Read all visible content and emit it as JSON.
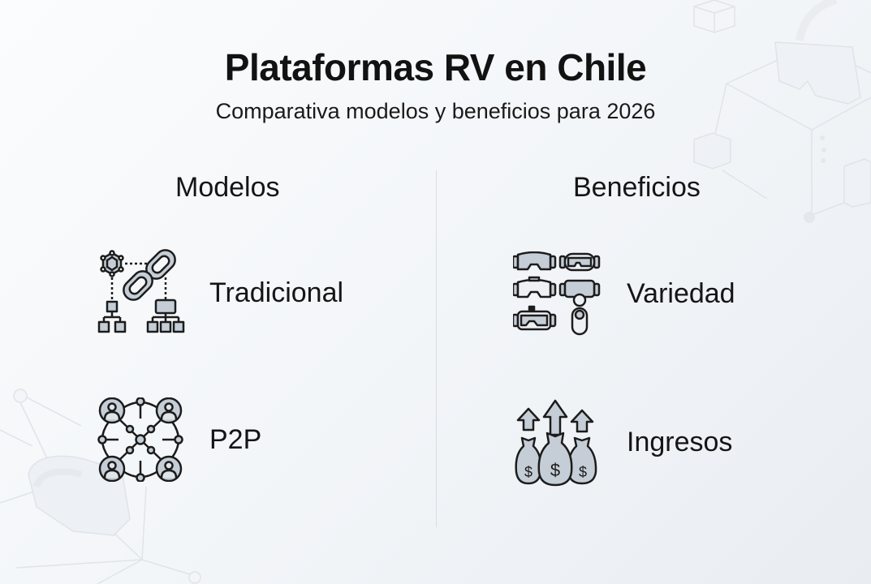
{
  "header": {
    "title": "Plataformas RV en Chile",
    "subtitle": "Comparativa modelos y beneficios para 2026"
  },
  "columns": [
    {
      "heading": "Modelos",
      "items": [
        {
          "label": "Tradicional",
          "icon": "centralized-network-chain-icon"
        },
        {
          "label": "P2P",
          "icon": "peer-to-peer-network-icon"
        }
      ]
    },
    {
      "heading": "Beneficios",
      "items": [
        {
          "label": "Variedad",
          "icon": "vr-headsets-variety-icon"
        },
        {
          "label": "Ingresos",
          "icon": "money-bags-growth-icon"
        }
      ]
    }
  ],
  "colors": {
    "icon_fill": "#c5ced6",
    "icon_stroke": "#1c1c1c",
    "text": "#121212",
    "divider": "#d9dde2"
  }
}
